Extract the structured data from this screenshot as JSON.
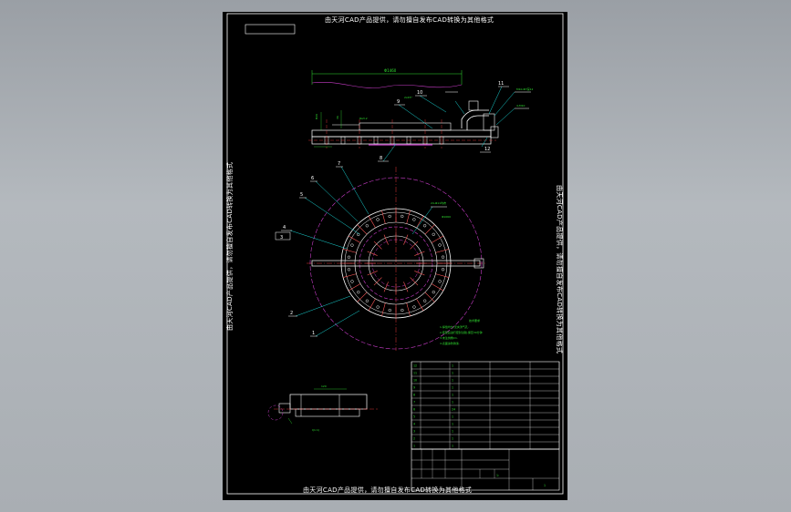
{
  "watermark": {
    "top": "由天河CAD产品提供，请勿擅自发布CAD转换为其他格式",
    "bottom": "由天河CAD产品提供，请勿擅自发布CAD转换为其他格式",
    "left": "由天河CAD产品提供，请勿擅自发布CAD转换为其他格式",
    "right": "由天河CAD产品提供，请勿擅自发布CAD转换为其他格式"
  },
  "labels": {
    "l1": "1",
    "l2": "2",
    "l3": "3",
    "l4": "4",
    "l5": "5",
    "l6": "6",
    "l7": "7",
    "l8": "8",
    "l9": "9",
    "l10": "10",
    "l11": "11",
    "l12": "12"
  },
  "parts_table": {
    "rows": [
      [
        "12",
        "",
        "1",
        "",
        ""
      ],
      [
        "11",
        "",
        "1",
        "",
        ""
      ],
      [
        "10",
        "",
        "1",
        "",
        ""
      ],
      [
        "9",
        "",
        "1",
        "",
        ""
      ],
      [
        "8",
        "",
        "1",
        "",
        ""
      ],
      [
        "7",
        "",
        "1",
        "",
        ""
      ],
      [
        "6",
        "",
        "24",
        "",
        ""
      ],
      [
        "5",
        "",
        "1",
        "",
        ""
      ],
      [
        "4",
        "",
        "1",
        "",
        ""
      ],
      [
        "3",
        "",
        "1",
        "",
        ""
      ],
      [
        "2",
        "",
        "1",
        "",
        ""
      ],
      [
        "1",
        "",
        "1",
        "",
        ""
      ]
    ]
  },
  "title_block": {
    "scale": "1:",
    "sheet": "1"
  },
  "colors": {
    "line": "#ffffff",
    "center": "#ff3b3b",
    "hatch": "#c83cc8",
    "dim": "#30e030",
    "leader": "#19d6d6",
    "part": "#e8e8e8"
  }
}
